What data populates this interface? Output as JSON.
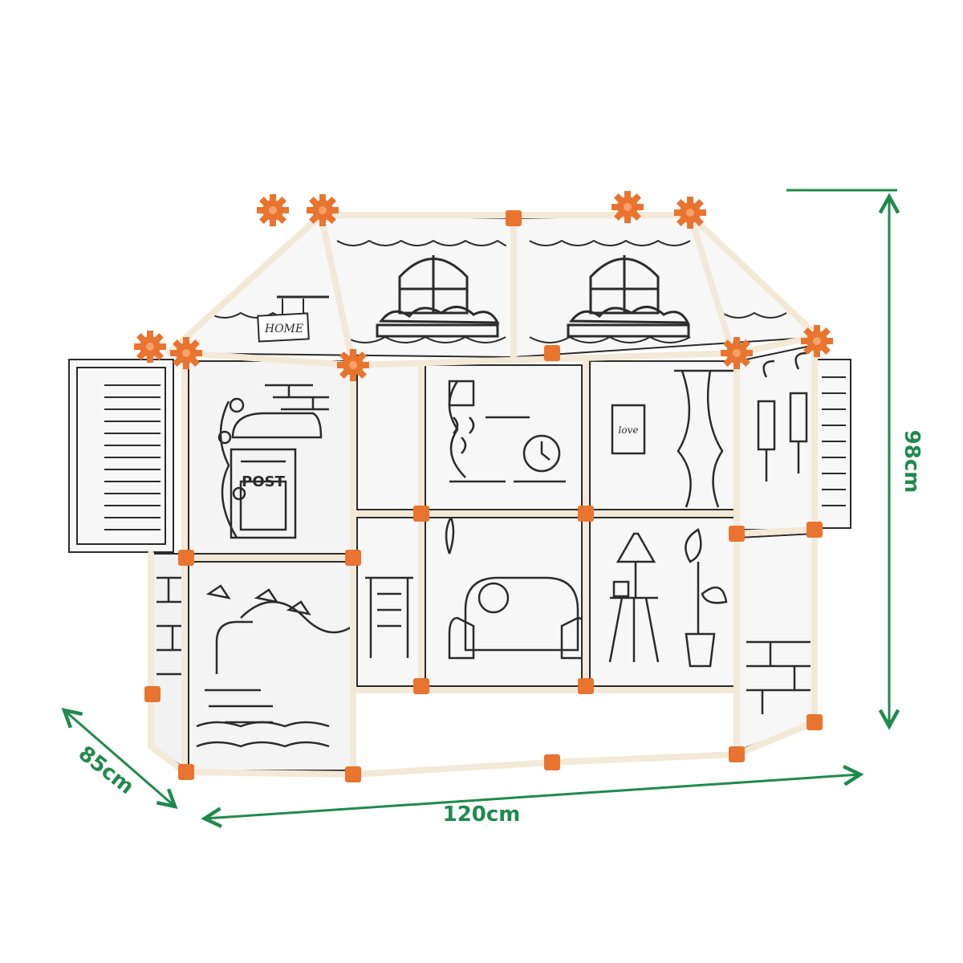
{
  "product": {
    "sign_text": "HOME",
    "mailbox_text": "POST",
    "frame_text": "love"
  },
  "dimensions": {
    "width": "120cm",
    "height": "98cm",
    "depth": "85cm"
  },
  "colors": {
    "dimension_green": "#1f8a4c",
    "connector_orange": "#e8742f",
    "frame_cream": "#f3e9d8",
    "panel_white": "#f7f7f7",
    "line_art": "#2b2b2b"
  }
}
